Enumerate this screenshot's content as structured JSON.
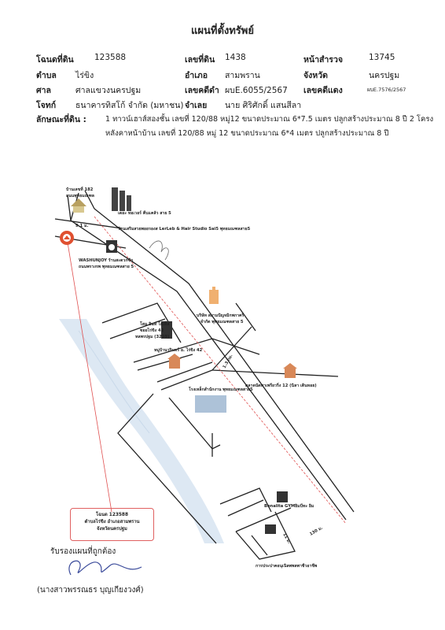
{
  "title": "แผนที่ตั้งทรัพย์",
  "fields": {
    "chanod_label": "โฉนดที่ดิน",
    "chanod_value": "123588",
    "land_no_label": "เลขที่ดิน",
    "land_no_value": "1438",
    "survey_label": "หน้าสำรวจ",
    "survey_value": "13745",
    "tambon_label": "ตำบล",
    "tambon_value": "ไร่ขิง",
    "amphoe_label": "อำเภอ",
    "amphoe_value": "สามพราน",
    "province_label": "จังหวัด",
    "province_value": "นครปฐม",
    "court_label": "ศาล",
    "court_value": "ศาลแขวงนครปฐม",
    "black_case_label": "เลขคดีดำ",
    "black_case_value": "ผบE.6055/2567",
    "red_case_label": "เลขคดีแดง",
    "red_case_value": "ผบE.7576/2567",
    "plaintiff_label": "โจทก์",
    "plaintiff_value": "ธนาคารทิสโก้ จำกัด (มหาชน)",
    "defendant_label": "จำเลย",
    "defendant_value": "นาย ศิริศักดิ์ แสนสีลา"
  },
  "description_label": "ลักษณะที่ดิน :",
  "description_line1": "1 ทาวน์เฮาส์สองชั้น เลขที่ 120/88 หมู่12 ขนาดประมาณ 6*7.5 เมตร ปลูกสร้างประมาณ 8 ปี 2 โครง",
  "description_line2": "หลังคาหน้าบ้าน เลขที่ 120/88 หมู่ 12 ขนาดประมาณ 6*4 เมตร ปลูกสร้างประมาณ 8 ปี",
  "map": {
    "lbl_house": "บ้านเลขที่ 182",
    "lbl_house2": "ถนนพุทธมณฑล",
    "lbl_condo": "เดอะ ทอเวอร์ คีบแคล้ว  สาย 5",
    "lbl_salon": "ร้านเสริมสวยพอยรองส LerLeb & Hair Studio Sai5 พุทธมณฑลสาย5",
    "lbl_wash": "WASHUNJOY ร้านสะดวกซัก",
    "lbl_wash2": "ถนนพรวงรพ พุทธมณฑลสาย 5",
    "lbl_company": "บริษัท สยามปัญจมิกพกาครี",
    "lbl_company2": "จำกัด พุทธมณฑลสาย 5",
    "lbl_hotel": "โฮม อินท์ โฮเท็ล",
    "lbl_hotel2": "ซอยไร่ขิง 42",
    "lbl_hotel3": "หลพรปฐม (3259)",
    "lbl_village": "หมู่บ้านวรินทร์ อ. ไร่ขิง 42",
    "lbl_factory": "โรงเหล็กสำนักงาน พุทธมณฑลสาย5",
    "lbl_mall": "ตลาดนัดพาเพรียวริ่ง 12 (นิลา เดินหอย)",
    "lbl_gym": "Bonalita GYMยิมบีทะ ยิม",
    "lbl_school": "การประปาคอนุเนิลพพลพาชีวอาชีพ",
    "dist_1": "1.3 กม.",
    "dist_2": "9.1 ม.",
    "dist_3": "11 ม.",
    "dist_4": "130 ม."
  },
  "callout_line1": "โฉนด 123588",
  "callout_line2": "ตำบลไร่ขิง อำเภอสามพราน",
  "callout_line3": "จังหวัดนครปฐม",
  "certify_label": "รับรองแผนที่ถูกต้อง",
  "signer_name": "(นางสาวพรรณธร บุญเกียงวงศ์)",
  "colors": {
    "road": "#222222",
    "river": "#dde8f3",
    "route": "#e05050",
    "pin": "#e05030"
  }
}
